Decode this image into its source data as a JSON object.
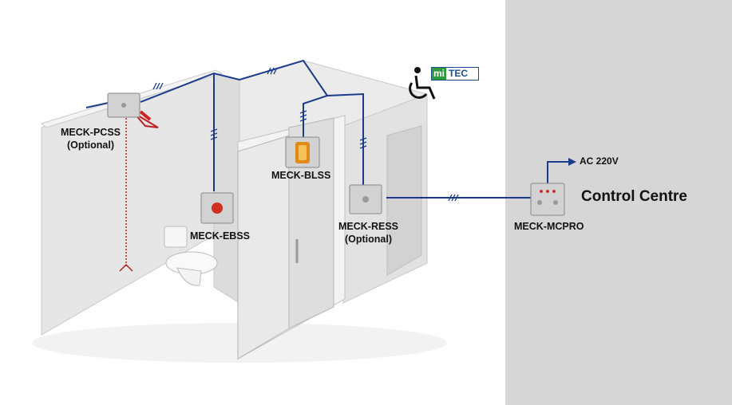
{
  "labels": {
    "pcss": "MECK-PCSS",
    "pcss_sub": "(Optional)",
    "ebss": "MECK-EBSS",
    "blss": "MECK-BLSS",
    "ress": "MECK-RESS",
    "ress_sub": "(Optional)",
    "mcpro": "MECK-MCPRO",
    "control_centre": "Control Centre",
    "ac_supply": "AC 220V"
  },
  "logo": {
    "part1": "mi",
    "part2": "TEC"
  },
  "colors": {
    "wire": "#1a3a8c",
    "control_panel_bg": "#d6d6d6",
    "wall": "#e6e6e6",
    "pull_cord": "#b02020",
    "brand_green": "#2e9b3a",
    "brand_blue": "#1a4d8f"
  },
  "icons": [
    "wheelchair-icon",
    "toilet-icon",
    "pull-cord-handle-icon"
  ]
}
